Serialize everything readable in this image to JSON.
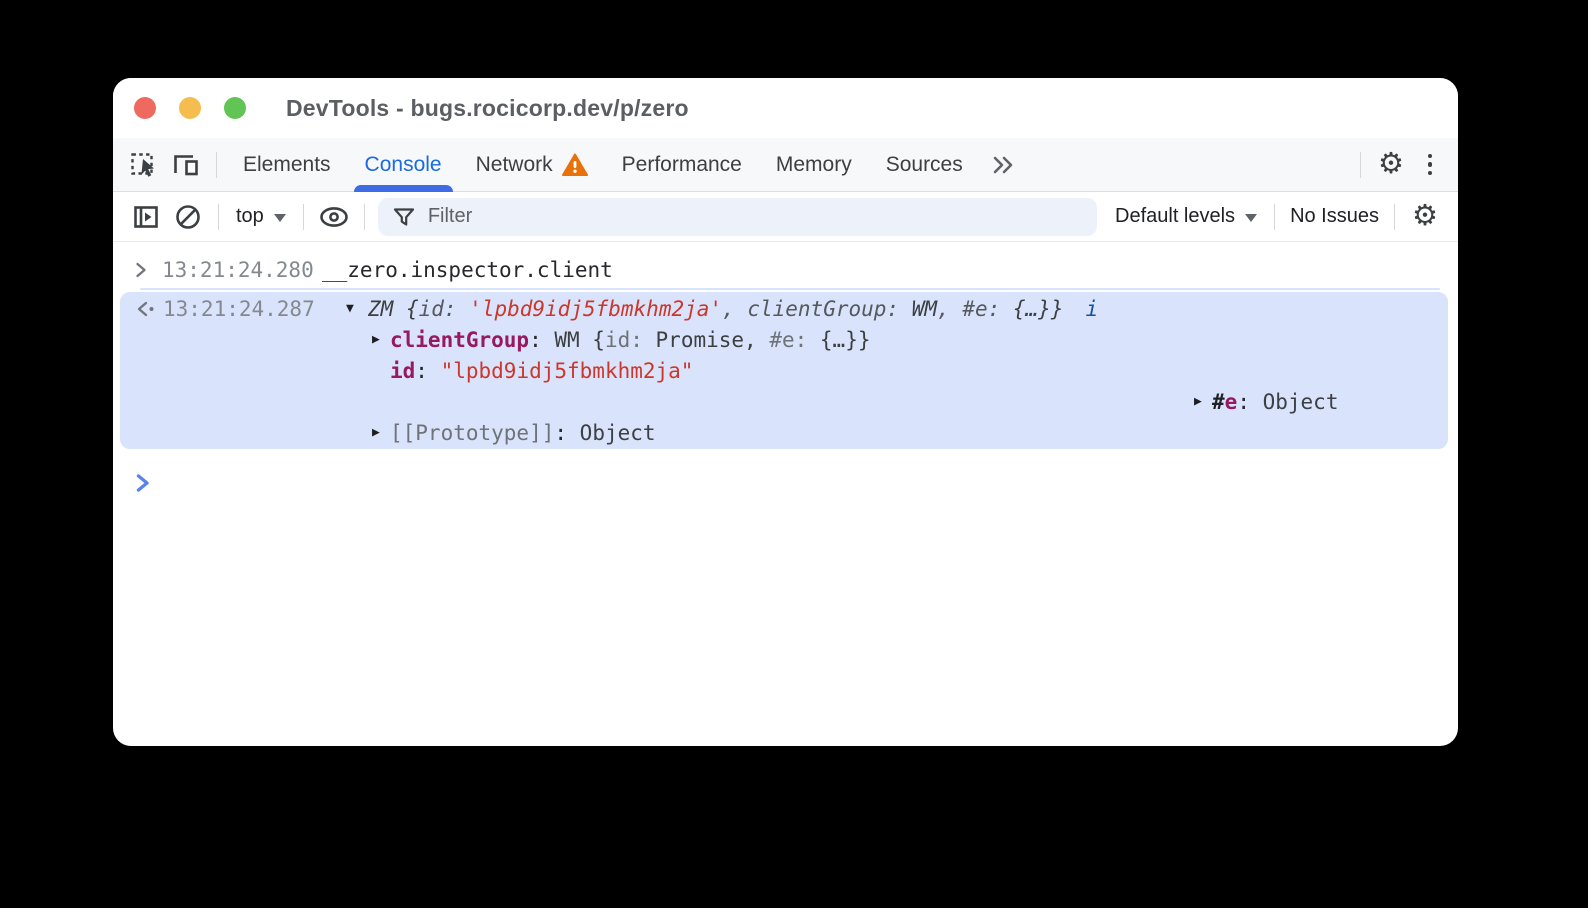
{
  "titlebar": {
    "title": "DevTools - bugs.rocicorp.dev/p/zero"
  },
  "tabbar": {
    "tabs": [
      {
        "label": "Elements"
      },
      {
        "label": "Console"
      },
      {
        "label": "Network"
      },
      {
        "label": "Performance"
      },
      {
        "label": "Memory"
      },
      {
        "label": "Sources"
      }
    ],
    "selected": "Console"
  },
  "toolbar": {
    "context": "top",
    "filter_placeholder": "Filter",
    "levels": "Default levels",
    "issues": "No Issues"
  },
  "console": {
    "input": {
      "timestamp": "13:21:24.280",
      "code": "__zero.inspector.client"
    },
    "result": {
      "timestamp": "13:21:24.287",
      "preview": {
        "class_name": "ZM",
        "open": " {",
        "key_id": "id: ",
        "string": "'lpbd9idj5fbmkhm2ja'",
        "sep1": ", ",
        "key_cg": "clientGroup: ",
        "val_cg": "WM",
        "sep2": ", ",
        "key_e": "#e: ",
        "val_e": "{…}",
        "close": "}",
        "info": "i"
      },
      "children": [
        {
          "key": "clientGroup",
          "sep": ": ",
          "v0": "WM {",
          "k1": "id:",
          "v1": " Promise, ",
          "k2": "#e:",
          "v2": " {…}}"
        },
        {
          "key": "id",
          "sep": ": ",
          "value": "\"lpbd9idj5fbmkhm2ja\""
        },
        {
          "hash": "#",
          "key": "e",
          "sep": ": ",
          "value": "Object"
        },
        {
          "key": "[[Prototype]]",
          "sep": ": ",
          "value": "Object"
        }
      ]
    }
  },
  "icons": {
    "gear": "⚙",
    "tree_expanded": "▼",
    "tree_collapsed": "▶"
  },
  "colors": {
    "accent_blue": "#1a6be0",
    "string_red": "#cc372b",
    "property_magenta": "#97195e",
    "result_bg": "#d9e3fb",
    "hover_band": "#c9d4ea",
    "warning_orange": "#e8710a",
    "prompt_blue": "#5b84e8"
  }
}
